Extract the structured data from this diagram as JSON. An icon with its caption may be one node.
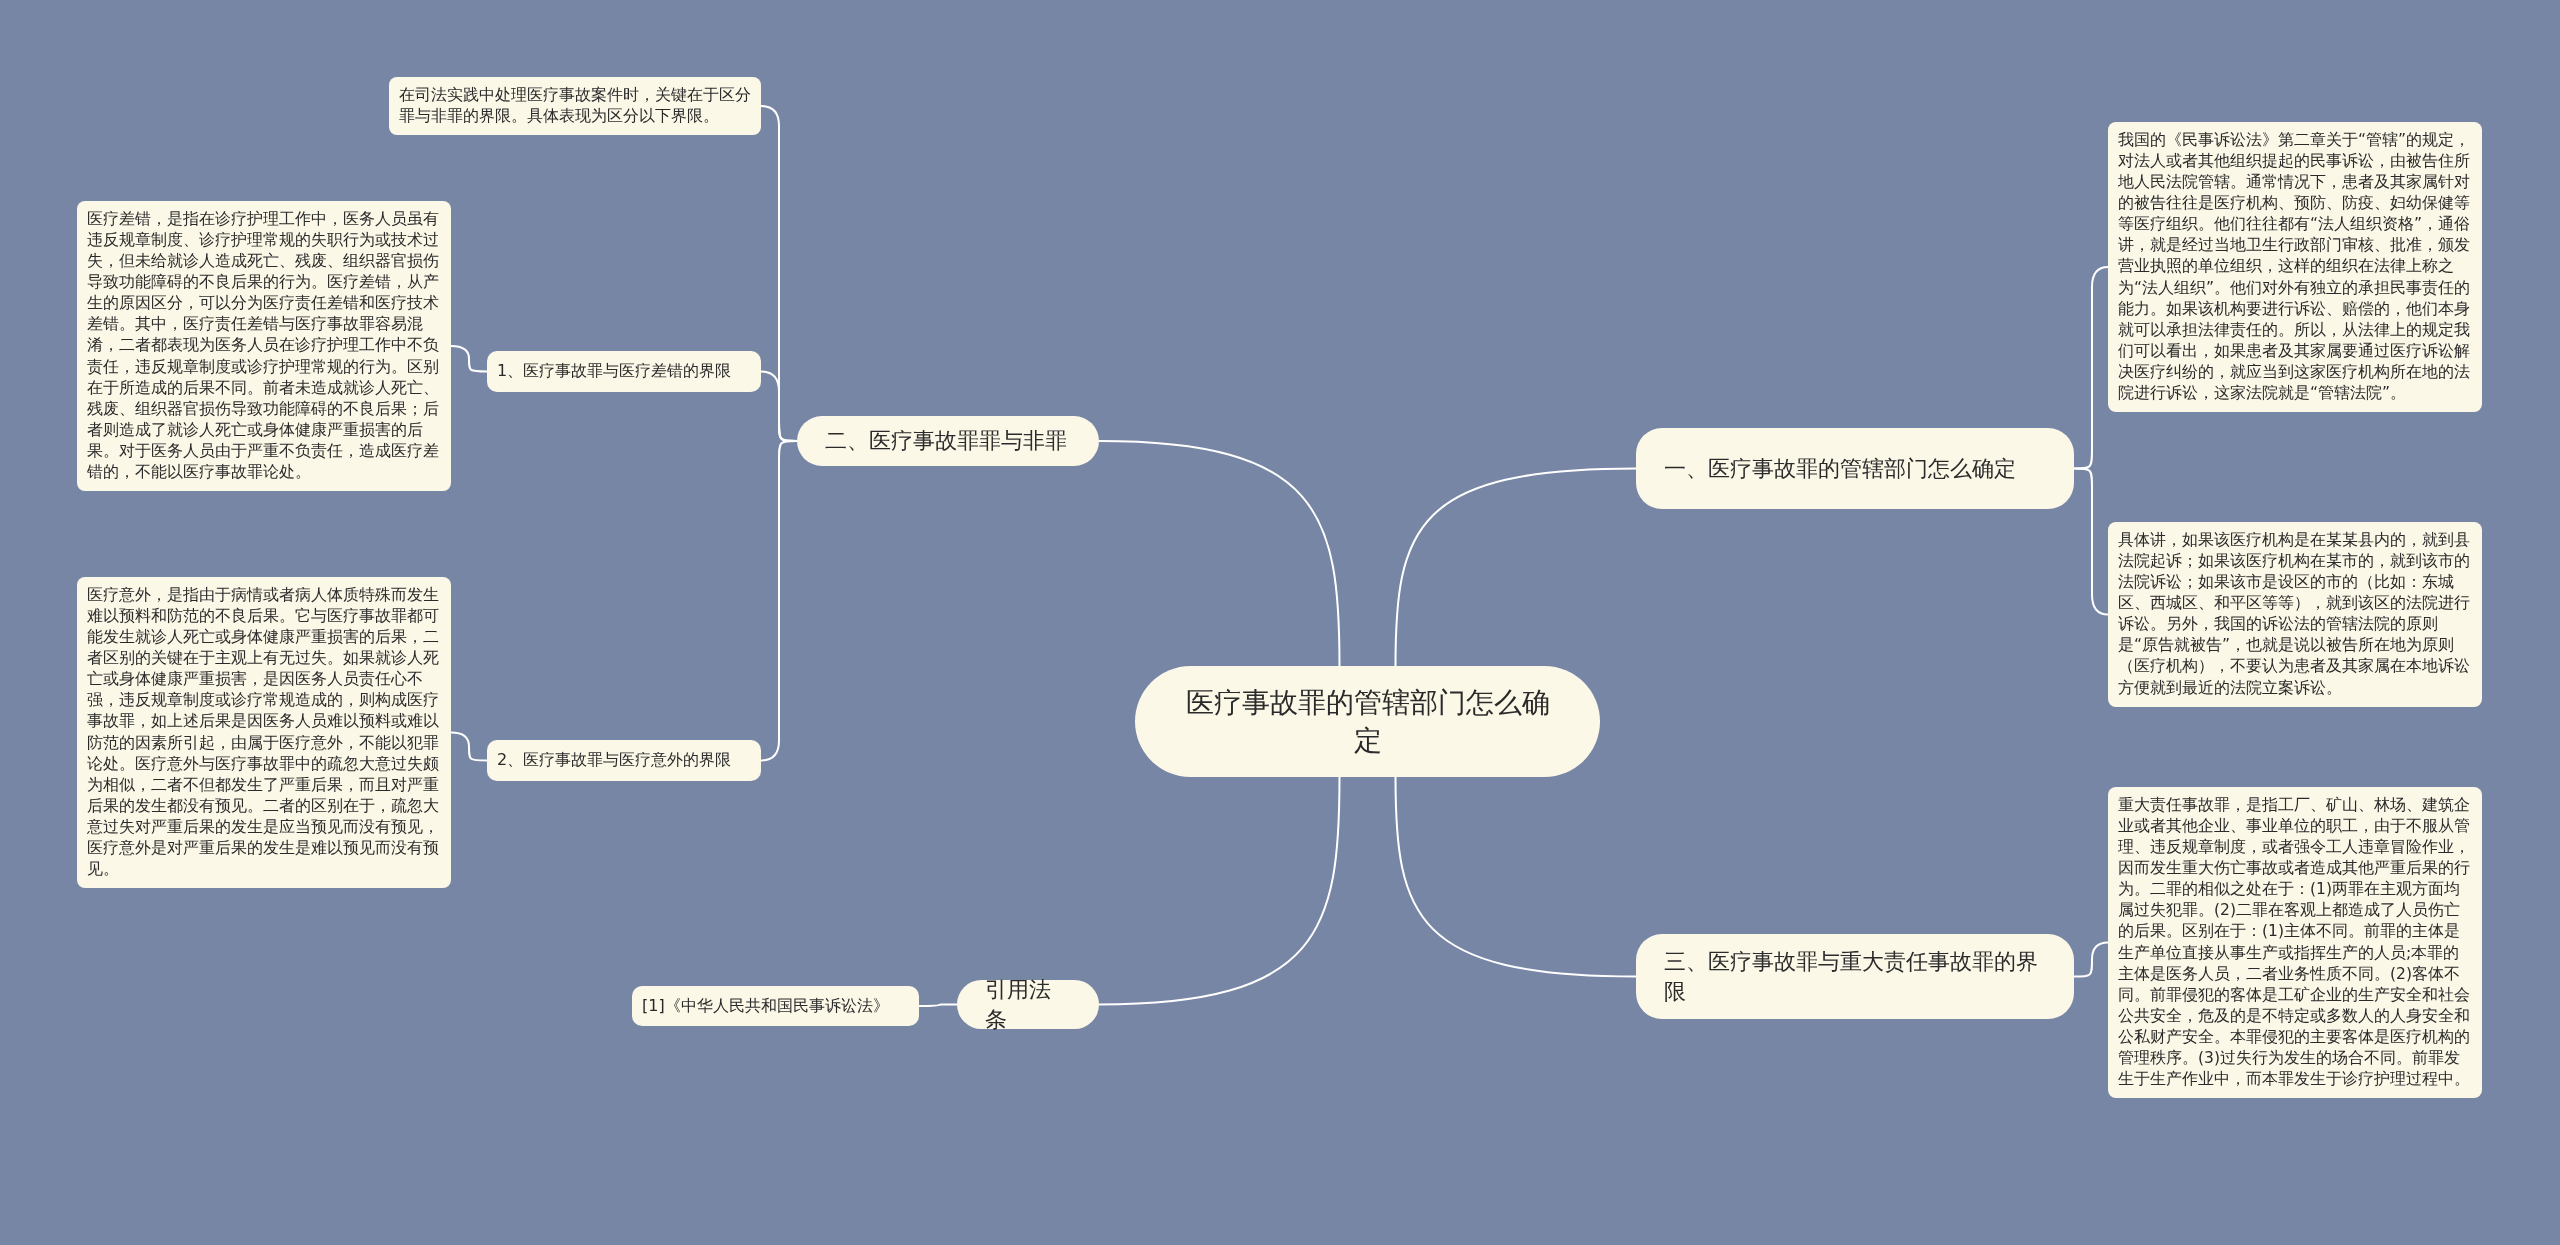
{
  "diagram": {
    "nodes": [
      {
        "text": [
          "医疗事故罪的管辖部门怎么确定"
        ]
      },
      {
        "text": [
          "二、医疗事故罪罪与非罪"
        ]
      },
      {
        "text": [
          "在司法实践中处理医疗事故案件时，关键在于区分罪与非罪的界限。具体表现为区分以下界限。"
        ]
      },
      {
        "text": [
          "1、医疗事故罪与医疗差错的界限"
        ]
      },
      {
        "text": [
          "医疗差错，是指在诊疗护理工作中，医务人员虽有违反规章制度、诊疗护理常规的失职行为或技术过失，但未给就诊人造成死亡、残废、组织器官损伤导致功能障碍的不良后果的行为。医疗差错，从产生的原因区分，可以分为医疗责任差错和医疗技术差错。其中，医疗责任差错与医疗事故罪容易混淆，二者都表现为医务人员在诊疗护理工作中不负责任，违反规章制度或诊疗护理常规的行为。区别在于所造成的后果不同。前者未造成就诊人死亡、残废、组织器官损伤导致功能障碍的不良后果；后者则造成了就诊人死亡或身体健康严重损害的后果。对于医务人员由于严重不负责任，造成医疗差错的，不能以医疗事故罪论处。"
        ]
      },
      {
        "text": [
          "2、医疗事故罪与医疗意外的界限"
        ]
      },
      {
        "text": [
          "医疗意外，是指由于病情或者病人体质特殊而发生难以预料和防范的不良后果。它与医疗事故罪都可能发生就诊人死亡或身体健康严重损害的后果，二者区别的关键在于主观上有无过失。如果就诊人死亡或身体健康严重损害，是因医务人员责任心不强，违反规章制度或诊疗常规造成的，则构成医疗事故罪，如上述后果是因医务人员难以预料或难以防范的因素所引起，由属于医疗意外，不能以犯罪论处。医疗意外与医疗事故罪中的疏忽大意过失颇为相似，二者不但都发生了严重后果，而且对严重后果的发生都没有预见。二者的区别在于，疏忽大意过失对严重后果的发生是应当预见而没有预见，医疗意外是对严重后果的发生是难以预见而没有预见。"
        ]
      },
      {
        "text": [
          "引用法条"
        ]
      },
      {
        "text": [
          "[1]《中华人民共和国民事诉讼法》"
        ]
      },
      {
        "text": [
          "一、医疗事故罪的管辖部门怎么确定"
        ]
      },
      {
        "text": [
          "我国的《民事诉讼法》第二章关于“管辖”的规定，对法人或者其他组织提起的民事诉讼，由被告住所地人民法院管辖。通常情况下，患者及其家属针对的被告往往是医疗机构、预防、防疫、妇幼保健等等医疗组织。他们往往都有“法人组织资格”，通俗讲，就是经过当地卫生行政部门审核、批准，颁发营业执照的单位组织，这样的组织在法律上称之为“法人组织”。他们对外有独立的承担民事责任的能力。如果该机构要进行诉讼、赔偿的，他们本身就可以承担法律责任的。所以，从法律上的规定我们可以看出，如果患者及其家属要通过医疗诉讼解决医疗纠纷的，就应当到这家医疗机构所在地的法院进行诉讼，这家法院就是“管辖法院”。"
        ]
      },
      {
        "text": [
          "具体讲，如果该医疗机构是在某某县内的，就到县法院起诉；如果该医疗机构在某市的，就到该市的法院诉讼；如果该市是设区的市的（比如：东城区、西城区、和平区等等），就到该区的法院进行诉讼。另外，我国的诉讼法的管辖法院的原则是“原告就被告”，也就是说以被告所在地为原则（医疗机构），不要认为患者及其家属在本地诉讼方便就到最近的法院立案诉讼。"
        ]
      },
      {
        "text": [
          "三、医疗事故罪与重大责任事故罪的界限"
        ]
      },
      {
        "text": [
          "重大责任事故罪，是指工厂、矿山、林场、建筑企业或者其他企业、事业单位的职工，由于不服从管理、违反规章制度，或者强令工人违章冒险作业，因而发生重大伤亡事故或者造成其他严重后果的行为。二罪的相似之处在于：(1)两罪在主观方面均属过失犯罪。(2)二罪在客观上都造成了人员伤亡的后果。区别在于：(1)主体不同。前罪的主体是生产单位直接从事生产或指挥生产的人员;本罪的主体是医务人员，二者业务性质不同。(2)客体不同。前罪侵犯的客体是工矿企业的生产安全和社会公共安全，危及的是不特定或多数人的人身安全和公私财产安全。本罪侵犯的主要客体是医疗机构的管理秩序。(3)过失行为发生的场合不同。前罪发生于生产作业中，而本罪发生于诊疗护理过程中。"
        ]
      }
    ],
    "edges": [
      {
        "from": 0,
        "to": 1,
        "arrow": "none"
      },
      {
        "from": 1,
        "to": 2,
        "arrow": "none"
      },
      {
        "from": 1,
        "to": 3,
        "arrow": "none"
      },
      {
        "from": 3,
        "to": 4,
        "arrow": "none"
      },
      {
        "from": 1,
        "to": 5,
        "arrow": "none"
      },
      {
        "from": 5,
        "to": 6,
        "arrow": "none"
      },
      {
        "from": 0,
        "to": 7,
        "arrow": "none"
      },
      {
        "from": 7,
        "to": 8,
        "arrow": "none"
      },
      {
        "from": 0,
        "to": 9,
        "arrow": "none"
      },
      {
        "from": 9,
        "to": 10,
        "arrow": "none"
      },
      {
        "from": 9,
        "to": 11,
        "arrow": "none"
      },
      {
        "from": 0,
        "to": 12,
        "arrow": "none"
      },
      {
        "from": 12,
        "to": 13,
        "arrow": "none"
      }
    ]
  }
}
